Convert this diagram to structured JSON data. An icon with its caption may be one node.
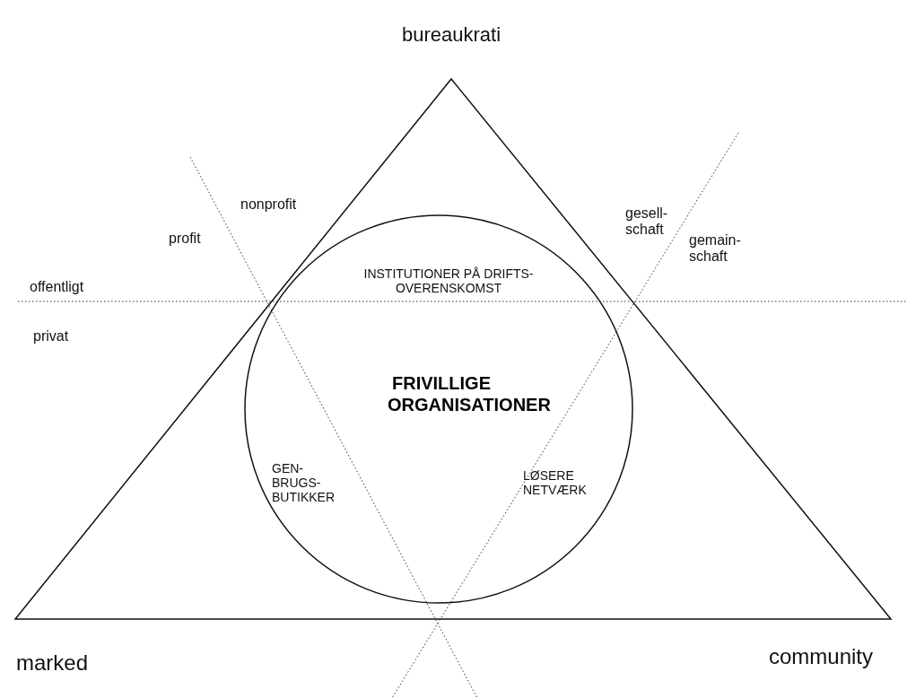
{
  "diagram": {
    "nodes": [
      {
        "text": [
          "FRIVILLIGE ORGANISATIONER"
        ]
      }
    ],
    "edges": [],
    "labels": [
      "bureaukrati",
      "nonprofit",
      "gesell- schaft",
      "profit",
      "gemain- schaft",
      "offentligt",
      "INSTITUTIONER PÅ DRIFTS- OVERENSKOMST",
      "privat",
      "GEN- BRUGS- BUTIKKER",
      "LØSERE NETVÆRK",
      "marked",
      "community"
    ]
  }
}
